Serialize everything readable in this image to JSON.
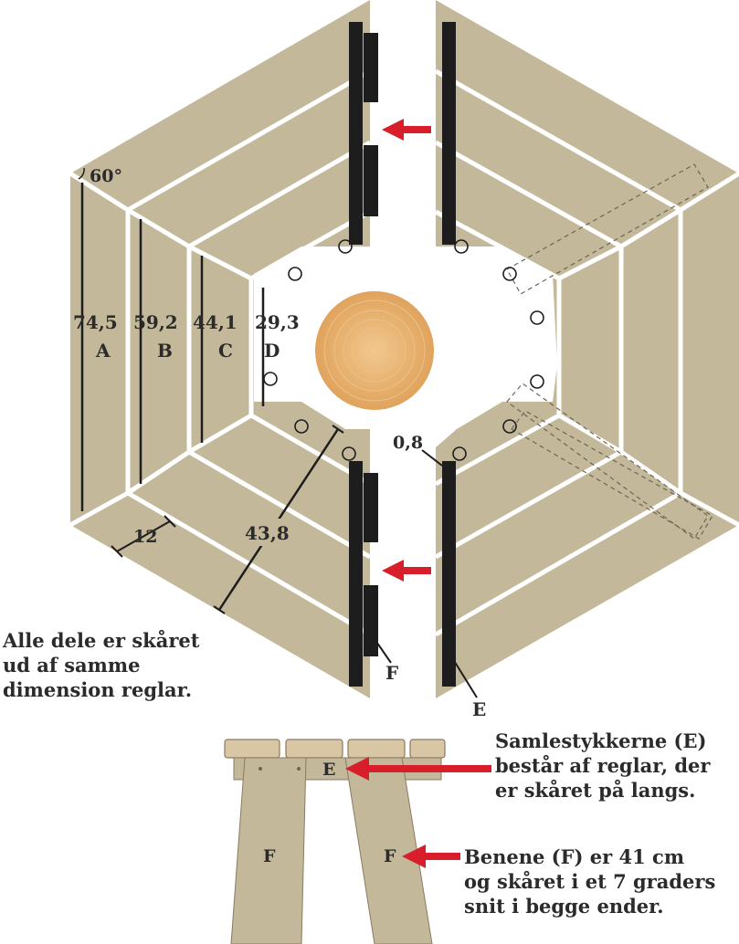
{
  "angle_label": "60°",
  "dimensions": {
    "a_value": "74,5",
    "a_letter": "A",
    "b_value": "59,2",
    "b_letter": "B",
    "c_value": "44,1",
    "c_letter": "C",
    "d_value": "29,3",
    "d_letter": "D",
    "width": "12",
    "diagonal": "43,8",
    "gap": "0,8"
  },
  "part_labels": {
    "f_top": "F",
    "e_top": "E",
    "e_side": "E",
    "f_left": "F",
    "f_right": "F"
  },
  "note_left": [
    "Alle dele er skåret",
    "ud af samme",
    "dimension reglar."
  ],
  "note_e": [
    "Samlestykkerne (E)",
    "består af reglar, der",
    "er skåret på langs."
  ],
  "note_f": [
    "Benene (F) er 41 cm",
    "og skåret i et 7 graders",
    "snit i begge ender."
  ],
  "colors": {
    "wood": "#c4b89a",
    "beam": "#1d1d1d",
    "arrow": "#d81e2a",
    "trunk": "#e0a35c"
  }
}
